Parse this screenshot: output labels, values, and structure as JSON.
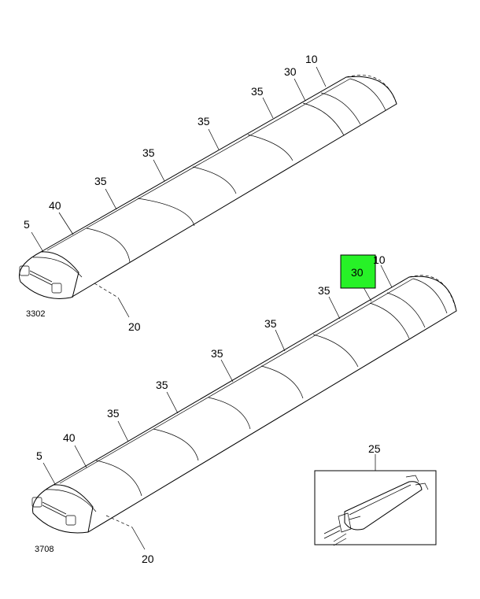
{
  "upper_assembly": {
    "figure_id": "3302",
    "callouts": {
      "c5": "5",
      "c40": "40",
      "c35a": "35",
      "c35b": "35",
      "c35c": "35",
      "c35d": "35",
      "c30": "30",
      "c10": "10",
      "c20": "20"
    }
  },
  "lower_assembly": {
    "figure_id": "3708",
    "callouts": {
      "c5": "5",
      "c40": "40",
      "c35a": "35",
      "c35b": "35",
      "c35c": "35",
      "c35d": "35",
      "c30": "30",
      "c10": "10",
      "c20": "20"
    }
  },
  "highlight": {
    "color": "#27f227",
    "callout": "30"
  },
  "detail_inset": {
    "callout": "25"
  }
}
